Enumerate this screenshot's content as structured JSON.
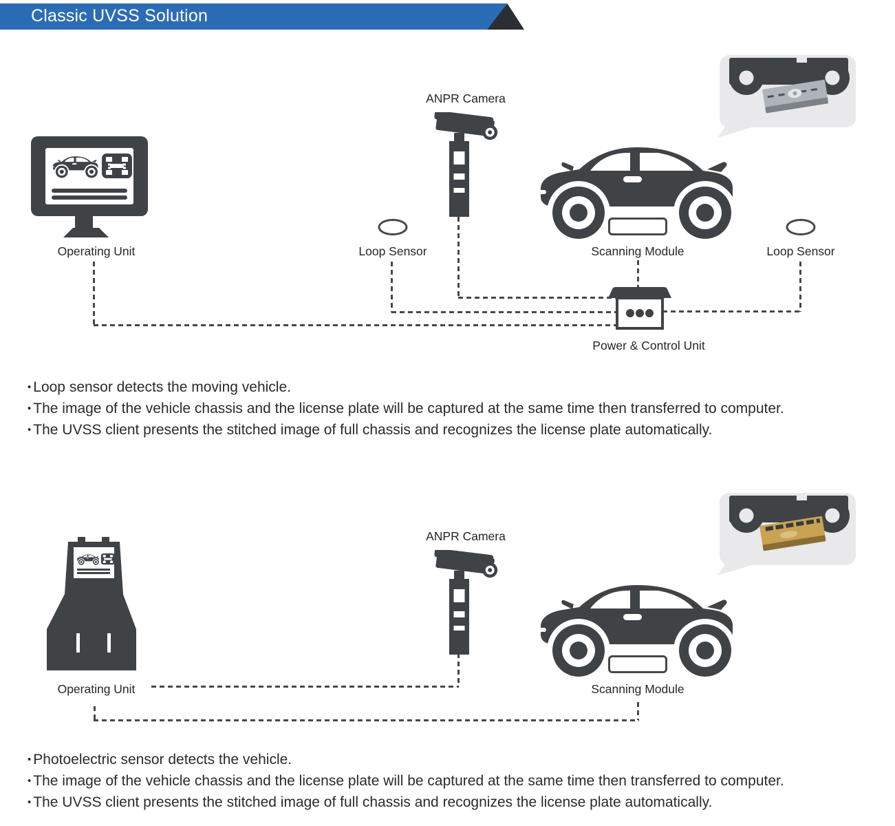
{
  "header": {
    "title": "Classic UVSS Solution"
  },
  "bullet_char": "•",
  "top": {
    "anpr_camera": "ANPR Camera",
    "operating_unit": "Operating Unit",
    "loop_sensor_left": "Loop Sensor",
    "scanning_module": "Scanning Module",
    "loop_sensor_right": "Loop Sensor",
    "power_control_unit": "Power & Control Unit",
    "bullets": [
      "Loop sensor detects the moving vehicle.",
      "The image of the vehicle chassis and the license plate will be captured at the same time then transferred to computer.",
      "The UVSS client presents the stitched image of full chassis and recognizes the license plate automatically."
    ]
  },
  "bottom": {
    "anpr_camera": "ANPR Camera",
    "operating_unit": "Operating Unit",
    "scanning_module": "Scanning Module",
    "bullets": [
      "Photoelectric sensor detects the vehicle.",
      "The image of the vehicle chassis and the license plate will be captured at the same time then transferred to computer.",
      "The UVSS client presents the stitched image of full chassis and recognizes the license plate automatically."
    ]
  },
  "colors": {
    "header_blue": "#2c6cb4",
    "header_triangle": "#2b2e33",
    "icon_dark": "#404346",
    "line_dark": "#45474a",
    "bubble_bg": "#e9e9eb",
    "device_silver": "#aeb4ba",
    "device_gold": "#c9a254"
  }
}
